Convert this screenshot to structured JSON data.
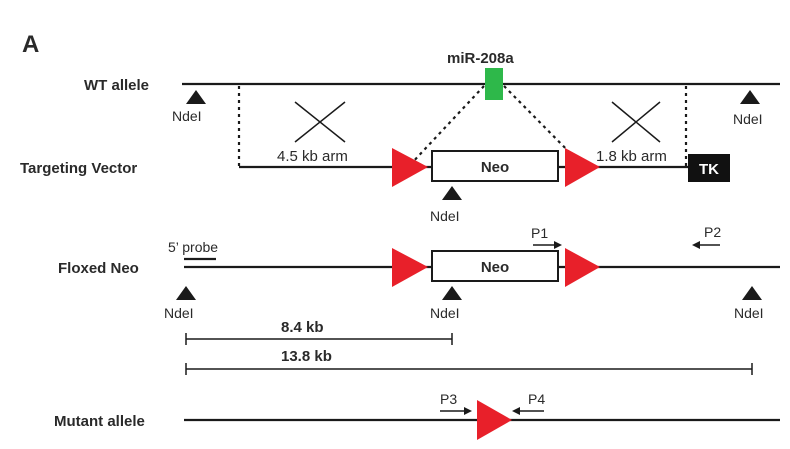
{
  "panel_label": "A",
  "rows": {
    "wt": "WT allele",
    "targeting": "Targeting Vector",
    "floxed": "Floxed Neo",
    "mutant": "Mutant allele"
  },
  "site_label": "NdeI",
  "mir_label": "miR-208a",
  "arm_5": "4.5 kb arm",
  "arm_3": "1.8 kb arm",
  "neo_label": "Neo",
  "tk_label": "TK",
  "probe_label": "5’ probe",
  "fragments": {
    "short": "8.4 kb",
    "long": "13.8 kb"
  },
  "primers": {
    "p1": "P1",
    "p2": "P2",
    "p3": "P3",
    "p4": "P4"
  },
  "colors": {
    "loxp": "#e8202a",
    "mir": "#2eb84a",
    "tk": "#111111",
    "line": "#1a1a1a"
  }
}
